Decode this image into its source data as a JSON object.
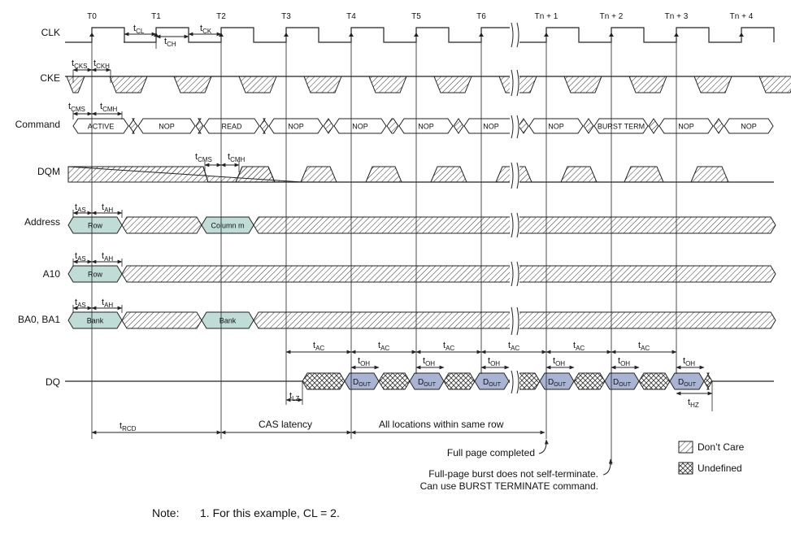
{
  "colors": {
    "line": "#222222",
    "valid_fill": "#bfdcd6",
    "dout_fill": "#a9b4d4",
    "background": "#ffffff"
  },
  "signals": {
    "clk": "CLK",
    "cke": "CKE",
    "command": "Command",
    "dqm": "DQM",
    "address": "Address",
    "a10": "A10",
    "ba": "BA0, BA1",
    "dq": "DQ"
  },
  "clock_labels": [
    "T0",
    "T1",
    "T2",
    "T3",
    "T4",
    "T5",
    "T6",
    "Tn + 1",
    "Tn + 2",
    "Tn + 3",
    "Tn + 4"
  ],
  "commands": [
    "ACTIVE",
    "NOP",
    "READ",
    "NOP",
    "NOP",
    "NOP",
    "NOP",
    "NOP",
    "BURST TERM",
    "NOP",
    "NOP"
  ],
  "bus_values": {
    "row": "Row",
    "column": "Column m",
    "bank": "Bank"
  },
  "dout": {
    "main": "D",
    "sub": "OUT"
  },
  "timing": {
    "t": "t",
    "cl": "CL",
    "ch": "CH",
    "ck": "CK",
    "cks": "CKS",
    "ckh": "CKH",
    "cms": "CMS",
    "cmh": "CMH",
    "as": "AS",
    "ah": "AH",
    "ac": "AC",
    "oh": "OH",
    "lz": "LZ",
    "hz": "HZ",
    "rcd": "RCD"
  },
  "annotations": {
    "cas_latency": "CAS latency",
    "same_row": "All locations within same row",
    "full_page_completed": "Full page completed",
    "self_terminate_line1": "Full-page burst does not self-terminate.",
    "self_terminate_line2": "Can use BURST TERMINATE command."
  },
  "legend": {
    "dont_care": "Don’t Care",
    "undefined": "Undefined"
  },
  "note": {
    "label": "Note:",
    "item": "1.  For this example, CL = 2."
  }
}
